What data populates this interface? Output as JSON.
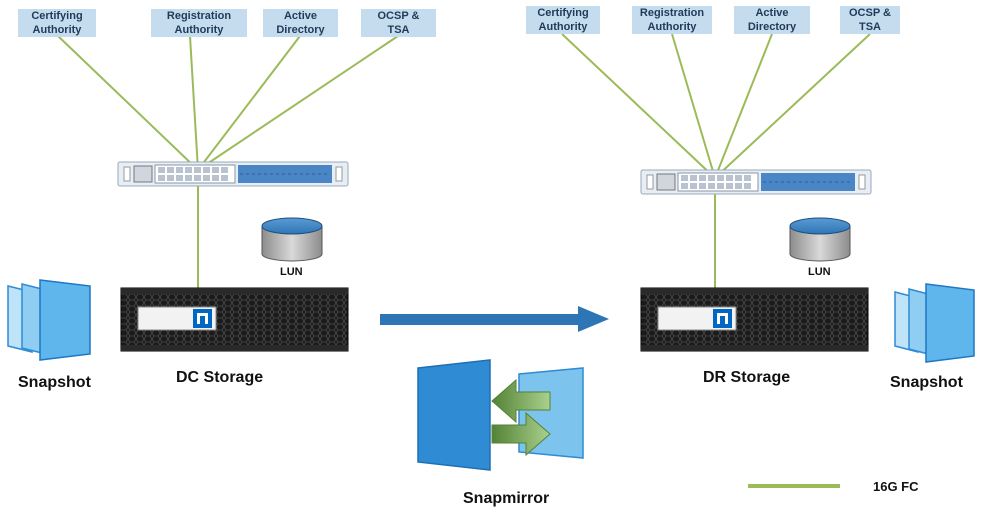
{
  "left_services": [
    {
      "line1": "Certifying",
      "line2": "Authority"
    },
    {
      "line1": "Registration",
      "line2": "Authority"
    },
    {
      "line1": "Active",
      "line2": "Directory"
    },
    {
      "line1": "OCSP &",
      "line2": "TSA"
    }
  ],
  "right_services": [
    {
      "line1": "Certifying",
      "line2": "Authority"
    },
    {
      "line1": "Registration",
      "line2": "Authority"
    },
    {
      "line1": "Active",
      "line2": "Directory"
    },
    {
      "line1": "OCSP &",
      "line2": "TSA"
    }
  ],
  "labels": {
    "left_lun": "LUN",
    "right_lun": "LUN",
    "left_storage": "DC Storage",
    "right_storage": "DR Storage",
    "left_snapshot": "Snapshot",
    "right_snapshot": "Snapshot",
    "snapmirror": "Snapmirror",
    "legend": "16G FC"
  },
  "storage_badge": "NetApp",
  "colors": {
    "fc_line": "#9bbb59",
    "service_box": "#c5dcef",
    "arrow": "#2e75b6",
    "snapshot_dark": "#2e8bd4",
    "snapshot_light": "#7cc4ee",
    "mirror_green": "#70ad47"
  }
}
